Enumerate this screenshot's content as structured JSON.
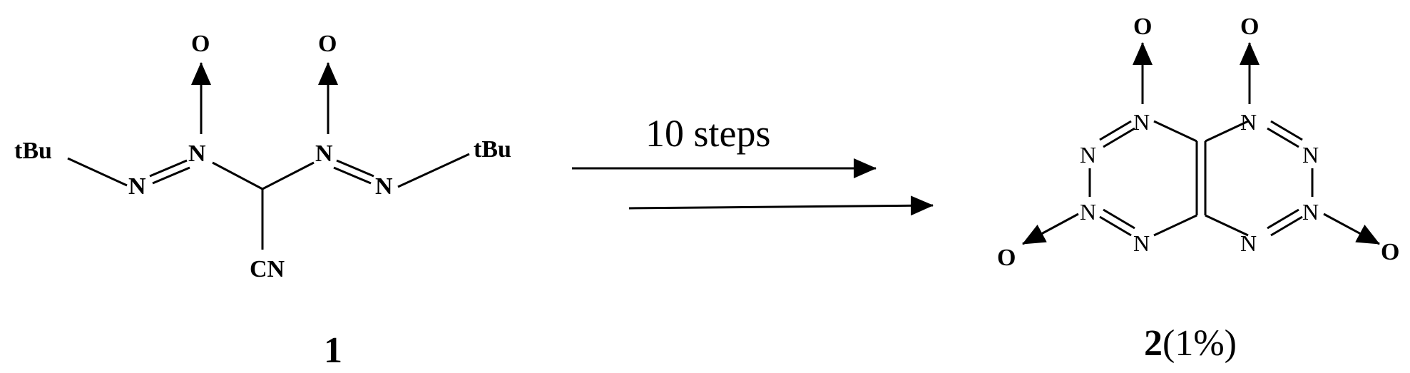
{
  "scheme": {
    "reactant": {
      "label": "1",
      "atoms": {
        "o_left": "O",
        "o_right": "O",
        "tbu_left": "tBu",
        "tbu_right": "tBu",
        "n1": "N",
        "n2": "N",
        "n3": "N",
        "n4": "N",
        "cn": "CN"
      }
    },
    "arrow": {
      "conditions": "10 steps"
    },
    "product": {
      "label_number": "2",
      "label_yield": "(1%)",
      "atoms": {
        "o_top_left": "O",
        "o_top_right": "O",
        "o_bottom_left": "O",
        "o_bottom_right": "O",
        "n_a": "N",
        "n_b": "N",
        "n_c": "N",
        "n_d": "N",
        "n_e": "N",
        "n_f": "N",
        "n_g": "N",
        "n_h": "N"
      }
    }
  }
}
